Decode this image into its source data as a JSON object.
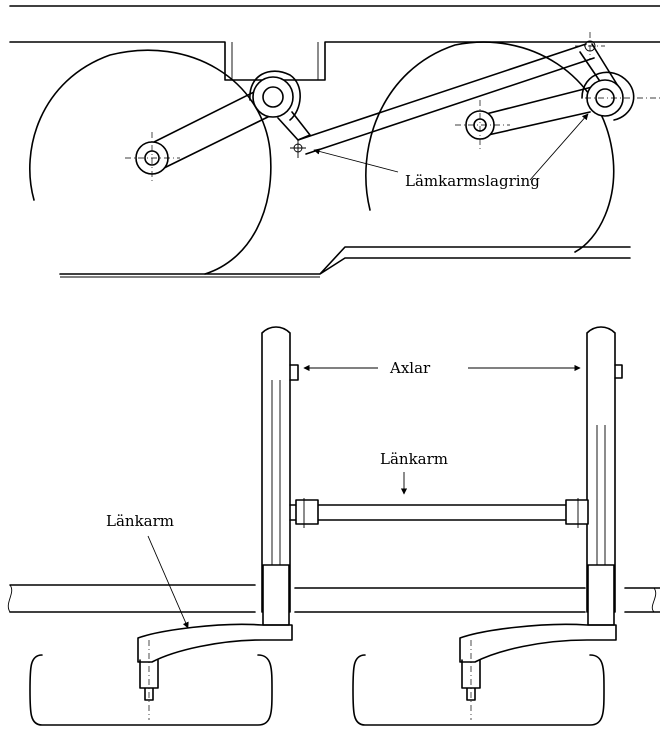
{
  "labels": {
    "bearing": "Lämkarmslagring",
    "axles": "Axlar",
    "link_arm_center": "Länkarm",
    "link_arm_left": "Länkarm"
  }
}
